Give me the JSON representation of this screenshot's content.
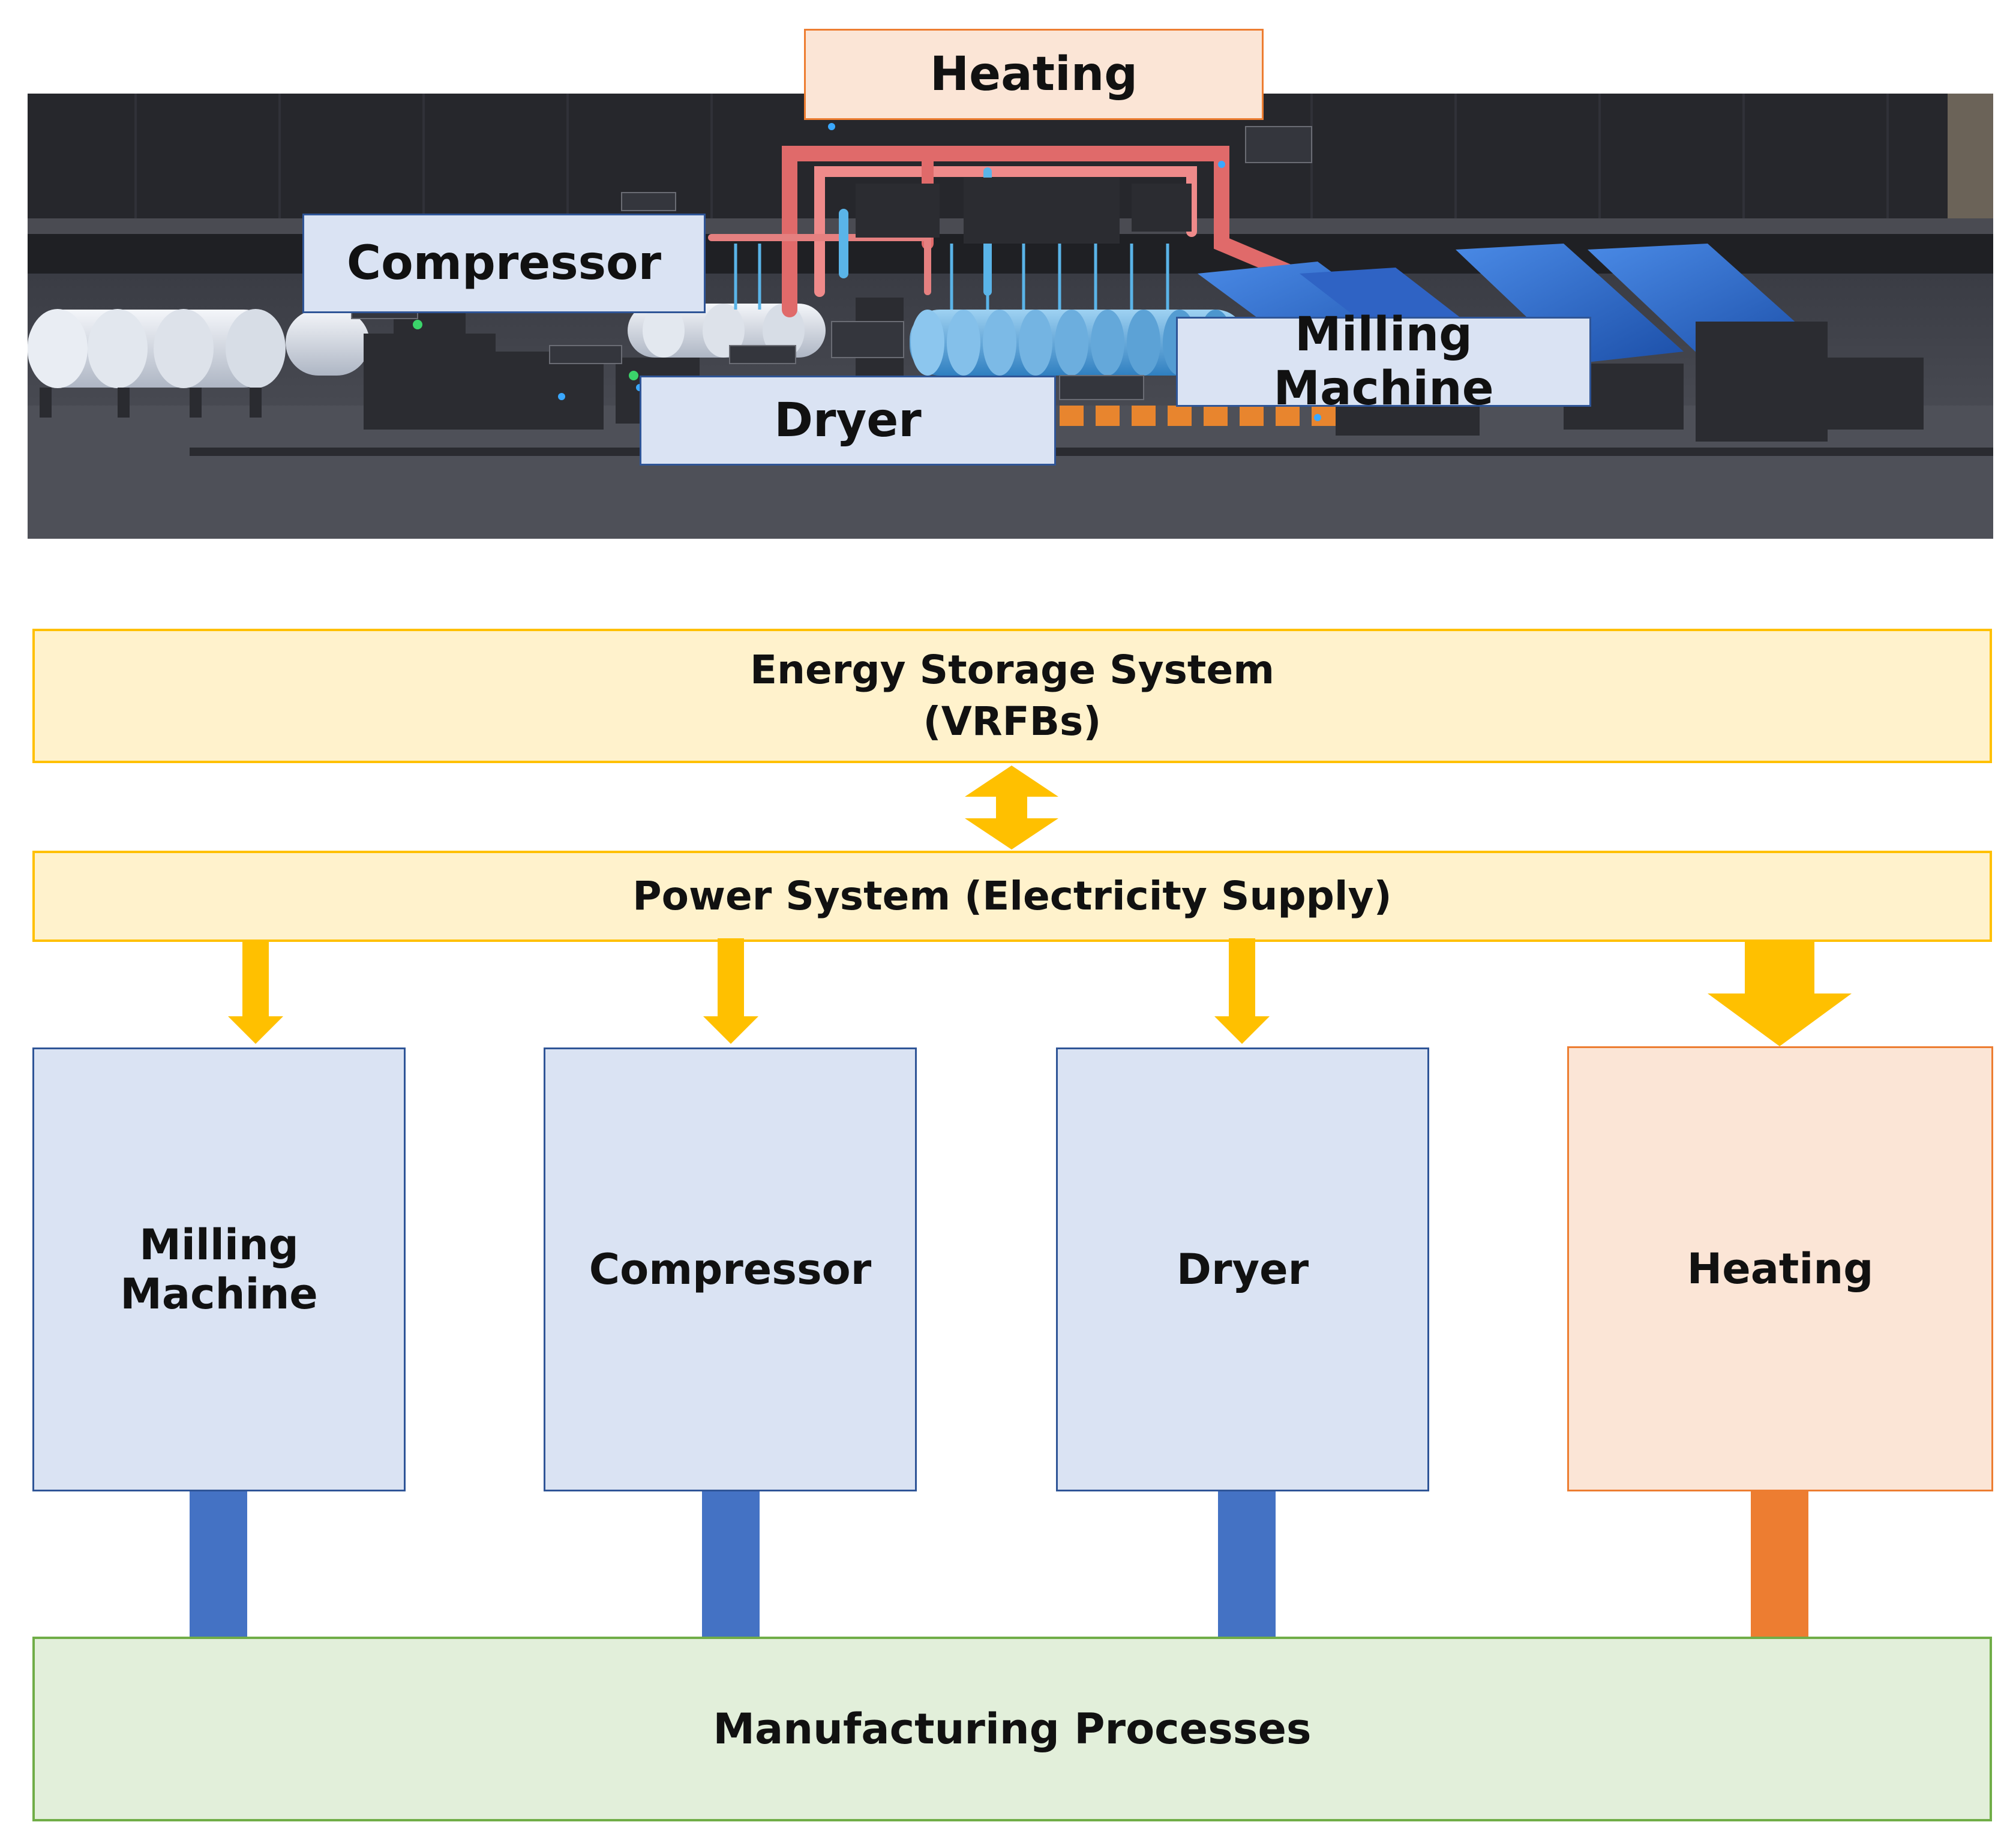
{
  "scene": {
    "labels": {
      "heating": "Heating",
      "compressor": "Compressor",
      "milling_machine": "Milling Machine",
      "dryer": "Dryer"
    }
  },
  "diagram": {
    "ess": {
      "line1": "Energy Storage System",
      "line2": "(VRFBs)"
    },
    "power": "Power System (Electricity Supply)",
    "machines": {
      "milling": "Milling Machine",
      "compressor": "Compressor",
      "dryer": "Dryer",
      "heating": "Heating"
    },
    "manufacturing": "Manufacturing Processes"
  },
  "colors": {
    "blue_fill": "#dae3f3",
    "blue_border": "#2f5597",
    "orange_fill": "#fbe5d6",
    "orange_border": "#ed7d31",
    "yellow_fill": "#fff2cc",
    "yellow_border": "#ffc000",
    "green_fill": "#e2efda",
    "green_border": "#70ad47",
    "connector_blue": "#4472c4",
    "connector_orange": "#ed7d31",
    "arrow": "#ffc000"
  }
}
